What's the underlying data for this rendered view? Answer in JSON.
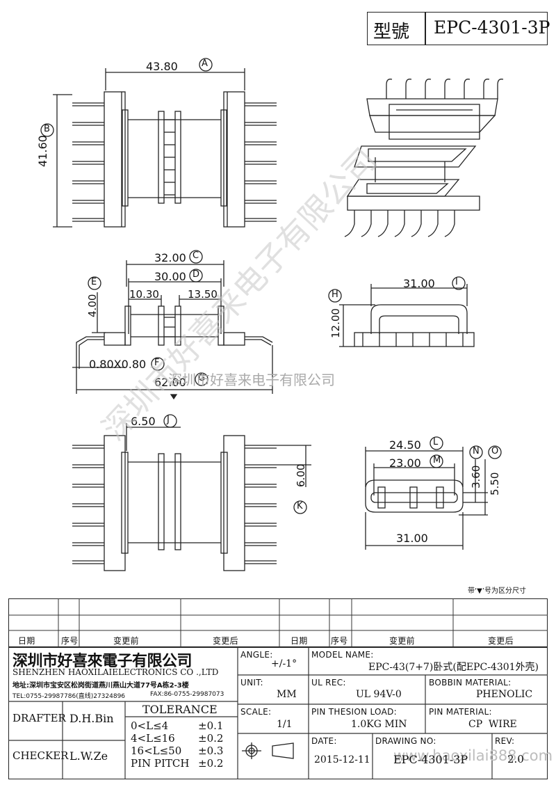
{
  "header": {
    "model_label": "型號",
    "model_value": "EPC-4301-3P"
  },
  "dims": {
    "A": {
      "value": "43.80",
      "tag": "A"
    },
    "B": {
      "value": "41.60",
      "tag": "B"
    },
    "C": {
      "value": "32.00",
      "tag": "C"
    },
    "D": {
      "value": "30.00",
      "tag": "D"
    },
    "d1": "10.30",
    "d2": "13.50",
    "E": {
      "value": "4.00",
      "tag": "E"
    },
    "F": {
      "value": "0.80X0.80",
      "tag": "F"
    },
    "G": {
      "value": "62.00",
      "tag": "G"
    },
    "H": {
      "value": "12.00",
      "tag": "H"
    },
    "I": {
      "value": "31.00",
      "tag": "I"
    },
    "J": {
      "value": "6.50",
      "tag": "J"
    },
    "K": {
      "value": "6.00",
      "tag": "K"
    },
    "L": {
      "value": "24.50",
      "tag": "L"
    },
    "M": {
      "value": "23.00",
      "tag": "M"
    },
    "N": {
      "value": "3.60",
      "tag": "N"
    },
    "O": {
      "value": "5.50",
      "tag": "O"
    },
    "bottom_width": "31.00"
  },
  "note": "带‘▼’号为区分尺寸",
  "watermark": {
    "diagonal": "深圳市好喜来电子有限公司",
    "horizontal": "深圳市好喜来电子有限公司"
  },
  "revision_table": {
    "headers": [
      "日期",
      "序号",
      "变更前",
      "变更后",
      "日期",
      "序号",
      "变更前",
      "变更后"
    ]
  },
  "company": {
    "name_cn": "深圳市好喜來電子有限公司",
    "name_en": "SHENZHEN HAOXILAIELECTRONICS CO .,LTD",
    "address": "地址:深圳市宝安区松岗街道燕川燕山大道77号A栋2-3楼",
    "tel": "TEL:0755-29987786(直线)27324896",
    "fax": "FAX:86-0755-29987073"
  },
  "drafter": {
    "label": "DRAFTER",
    "value": "D.H.Bin"
  },
  "checker": {
    "label": "CHECKER",
    "value": "L.W.Ze"
  },
  "tolerance": {
    "title": "TOLERANCE",
    "rows": [
      {
        "range": "0<L≤4",
        "value": "±0.1"
      },
      {
        "range": "4<L≤16",
        "value": "±0.2"
      },
      {
        "range": "16<L≤50",
        "value": "±0.3"
      },
      {
        "range": "PIN PITCH",
        "value": "±0.2"
      }
    ]
  },
  "angle": {
    "label": "ANGLE:",
    "value": "+/-1°"
  },
  "unit": {
    "label": "UNIT:",
    "value": "MM"
  },
  "scale": {
    "label": "SCALE:",
    "value": "1/1"
  },
  "model_name": {
    "label": "MODEL NAME:",
    "value": "EPC-43(7+7)卧式(配EPC-4301外壳)"
  },
  "ul_rec": {
    "label": "UL REC:",
    "value": "UL 94V-0"
  },
  "bobbin_material": {
    "label": "BOBBIN MATERIAL:",
    "value": "PHENOLIC"
  },
  "pin_load": {
    "label": "PIN THESION LOAD:",
    "value": "1.0KG MIN"
  },
  "pin_material": {
    "label": "PIN MATERIAL:",
    "value": "CP  WIRE"
  },
  "date": {
    "label": "DATE:",
    "value": "2015-12-11"
  },
  "drawing_no": {
    "label": "DRAWING NO:",
    "value": "EPC-4301-3P"
  },
  "rev": {
    "label": "REV:",
    "value": "2.0"
  },
  "site_watermark": "www.haoxilai888.com"
}
